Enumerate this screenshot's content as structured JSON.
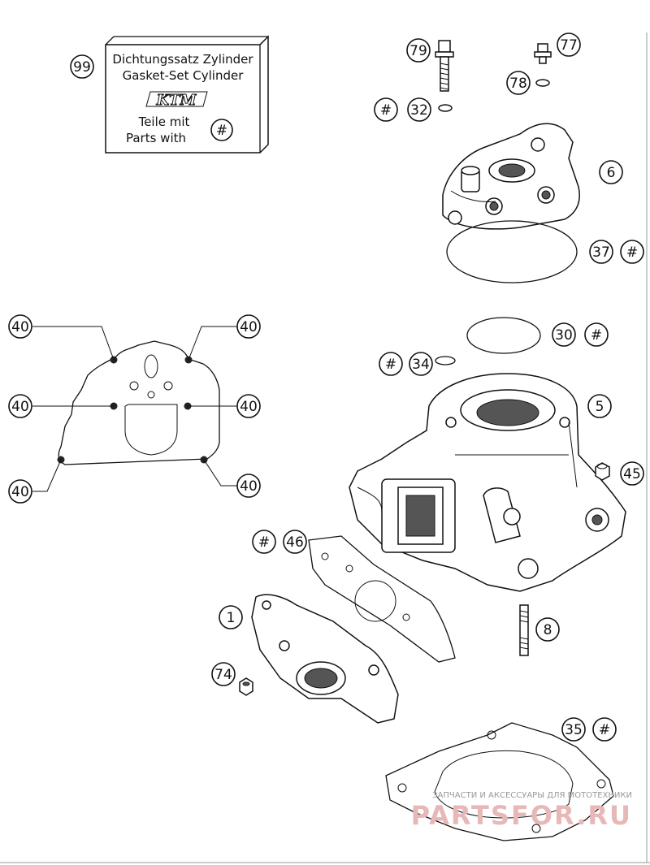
{
  "gasket_box": {
    "line1": "Dichtungssatz Zylinder",
    "line2": "Gasket-Set Cylinder",
    "logo": "KTM",
    "line3": "Teile mit",
    "line4": "Parts with",
    "symbol": "#"
  },
  "callouts": {
    "c99": "99",
    "c79": "79",
    "c77": "77",
    "c78": "78",
    "c32": "32",
    "c32_hash": "#",
    "c6": "6",
    "c37": "37",
    "c37_hash": "#",
    "c30": "30",
    "c30_hash": "#",
    "c34": "34",
    "c34_hash": "#",
    "c5": "5",
    "c45": "45",
    "c46": "46",
    "c46_hash": "#",
    "c1": "1",
    "c8": "8",
    "c74": "74",
    "c35": "35",
    "c35_hash": "#",
    "c40a": "40",
    "c40b": "40",
    "c40c": "40",
    "c40d": "40",
    "c40e": "40",
    "c40f": "40"
  },
  "watermark": {
    "subtitle": "ЗАПЧАСТИ И АКСЕССУАРЫ ДЛЯ МОТОТЕХНИКИ",
    "brand": "PARTSFOR.RU"
  }
}
